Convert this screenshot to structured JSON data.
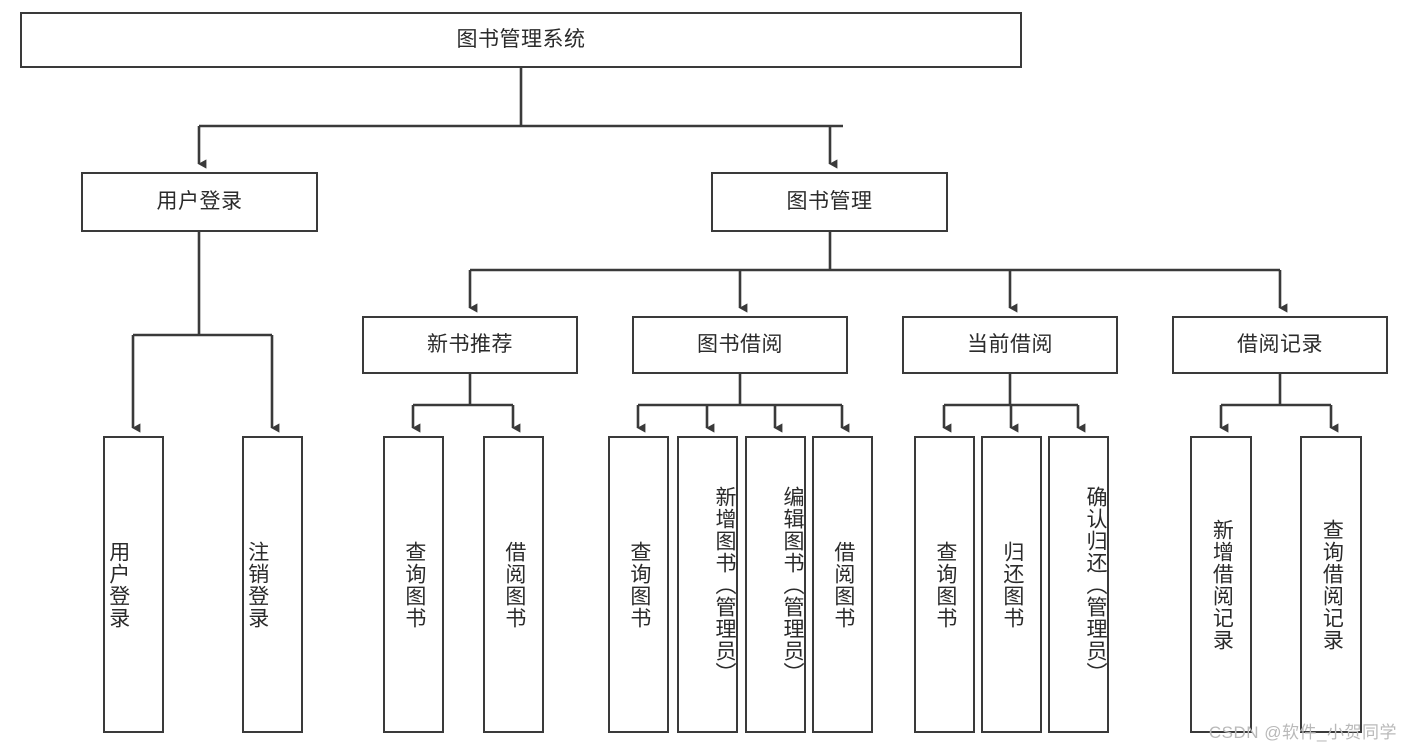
{
  "diagram": {
    "title": "图书管理系统",
    "line_color": "#3a3a3a",
    "text_color": "#2b2b2b",
    "background": "#ffffff",
    "root": {
      "label": "图书管理系统"
    },
    "level2": [
      {
        "label": "用户登录"
      },
      {
        "label": "图书管理"
      }
    ],
    "level3": [
      {
        "label": "新书推荐"
      },
      {
        "label": "图书借阅"
      },
      {
        "label": "当前借阅"
      },
      {
        "label": "借阅记录"
      }
    ],
    "leaves": {
      "user_login": [
        {
          "label": "用户登录"
        },
        {
          "label": "注销登录"
        }
      ],
      "new_book": [
        {
          "label": "查询图书"
        },
        {
          "label": "借阅图书"
        }
      ],
      "book_borrow": [
        {
          "label": "查询图书"
        },
        {
          "label": "新增图书（管理员）"
        },
        {
          "label": "编辑图书（管理员）"
        },
        {
          "label": "借阅图书"
        }
      ],
      "current_borrow": [
        {
          "label": "查询图书"
        },
        {
          "label": "归还图书"
        },
        {
          "label": "确认归还（管理员）"
        }
      ],
      "borrow_record": [
        {
          "label": "新增借阅记录"
        },
        {
          "label": "查询借阅记录"
        }
      ]
    }
  },
  "watermark": {
    "text": "CSDN @软件_小贺同学"
  }
}
